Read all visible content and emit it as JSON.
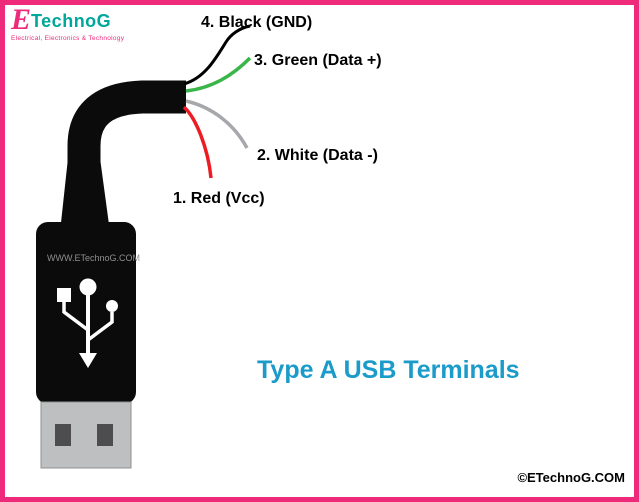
{
  "title": "Type A USB Terminals",
  "logo": {
    "e_letter": "E",
    "name_rest": "TechnoG",
    "subtitle": "Electrical, Electronics & Technology"
  },
  "wires": [
    {
      "number": 4,
      "label": "4. Black (GND)",
      "color": "#000000"
    },
    {
      "number": 3,
      "label": "3. Green (Data +)",
      "color": "#3ab54a"
    },
    {
      "number": 2,
      "label": "2. White (Data -)",
      "color": "#a6a8ab"
    },
    {
      "number": 1,
      "label": "1. Red (Vcc)",
      "color": "#ed1c24"
    }
  ],
  "watermark": "WWW.ETechnoG.COM",
  "copyright": "©ETechnoG.COM",
  "colors": {
    "border": "#ee2a7b",
    "title_text": "#1a9bc9",
    "logo_pink": "#ee2a7b",
    "logo_teal": "#00a79c",
    "connector_body": "#0b0b0b",
    "metal_shell": "#bdbfc1"
  }
}
